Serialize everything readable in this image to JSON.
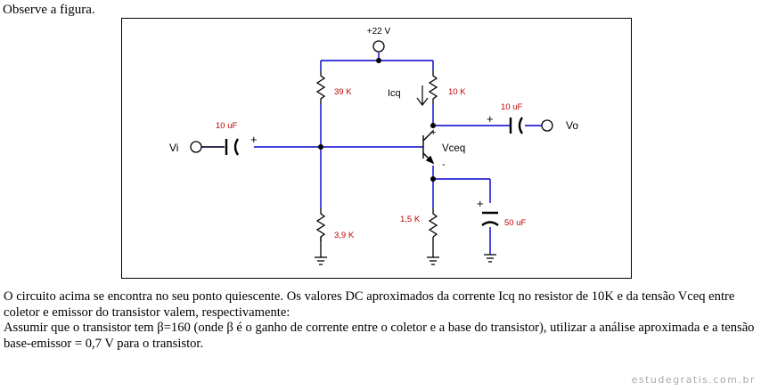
{
  "intro": "Observe a figura.",
  "circuit": {
    "supply_label": "+22 V",
    "r1_label": "39 K",
    "r2_label": "3,9 K",
    "rc_label": "10 K",
    "re_label": "1,5 K",
    "cin_label": "10 uF",
    "cout_label": "10 uF",
    "ce_label": "50 uF",
    "input_label": "Vi",
    "output_label": "Vo",
    "current_label": "Icq",
    "vce_label": "Vceq",
    "plus_sign": "+",
    "minus_sign": "-",
    "label_color": "#c00000",
    "wire_color": "#0000cc",
    "component_color": "#000000"
  },
  "question": {
    "line1": "O circuito acima se encontra no seu ponto quiescente. Os valores DC aproximados da corrente  Icq no resistor de 10K e  da tensão Vceq entre coletor e emissor do transistor valem, respectivamente:",
    "line2": "Assumir que o transistor tem  β=160 (onde β é  o ganho de corrente entre o coletor e a base do transistor), utilizar a análise aproximada e a tensão base-emissor = 0,7 V para o transistor."
  },
  "watermark": "estudegratis.com.br"
}
